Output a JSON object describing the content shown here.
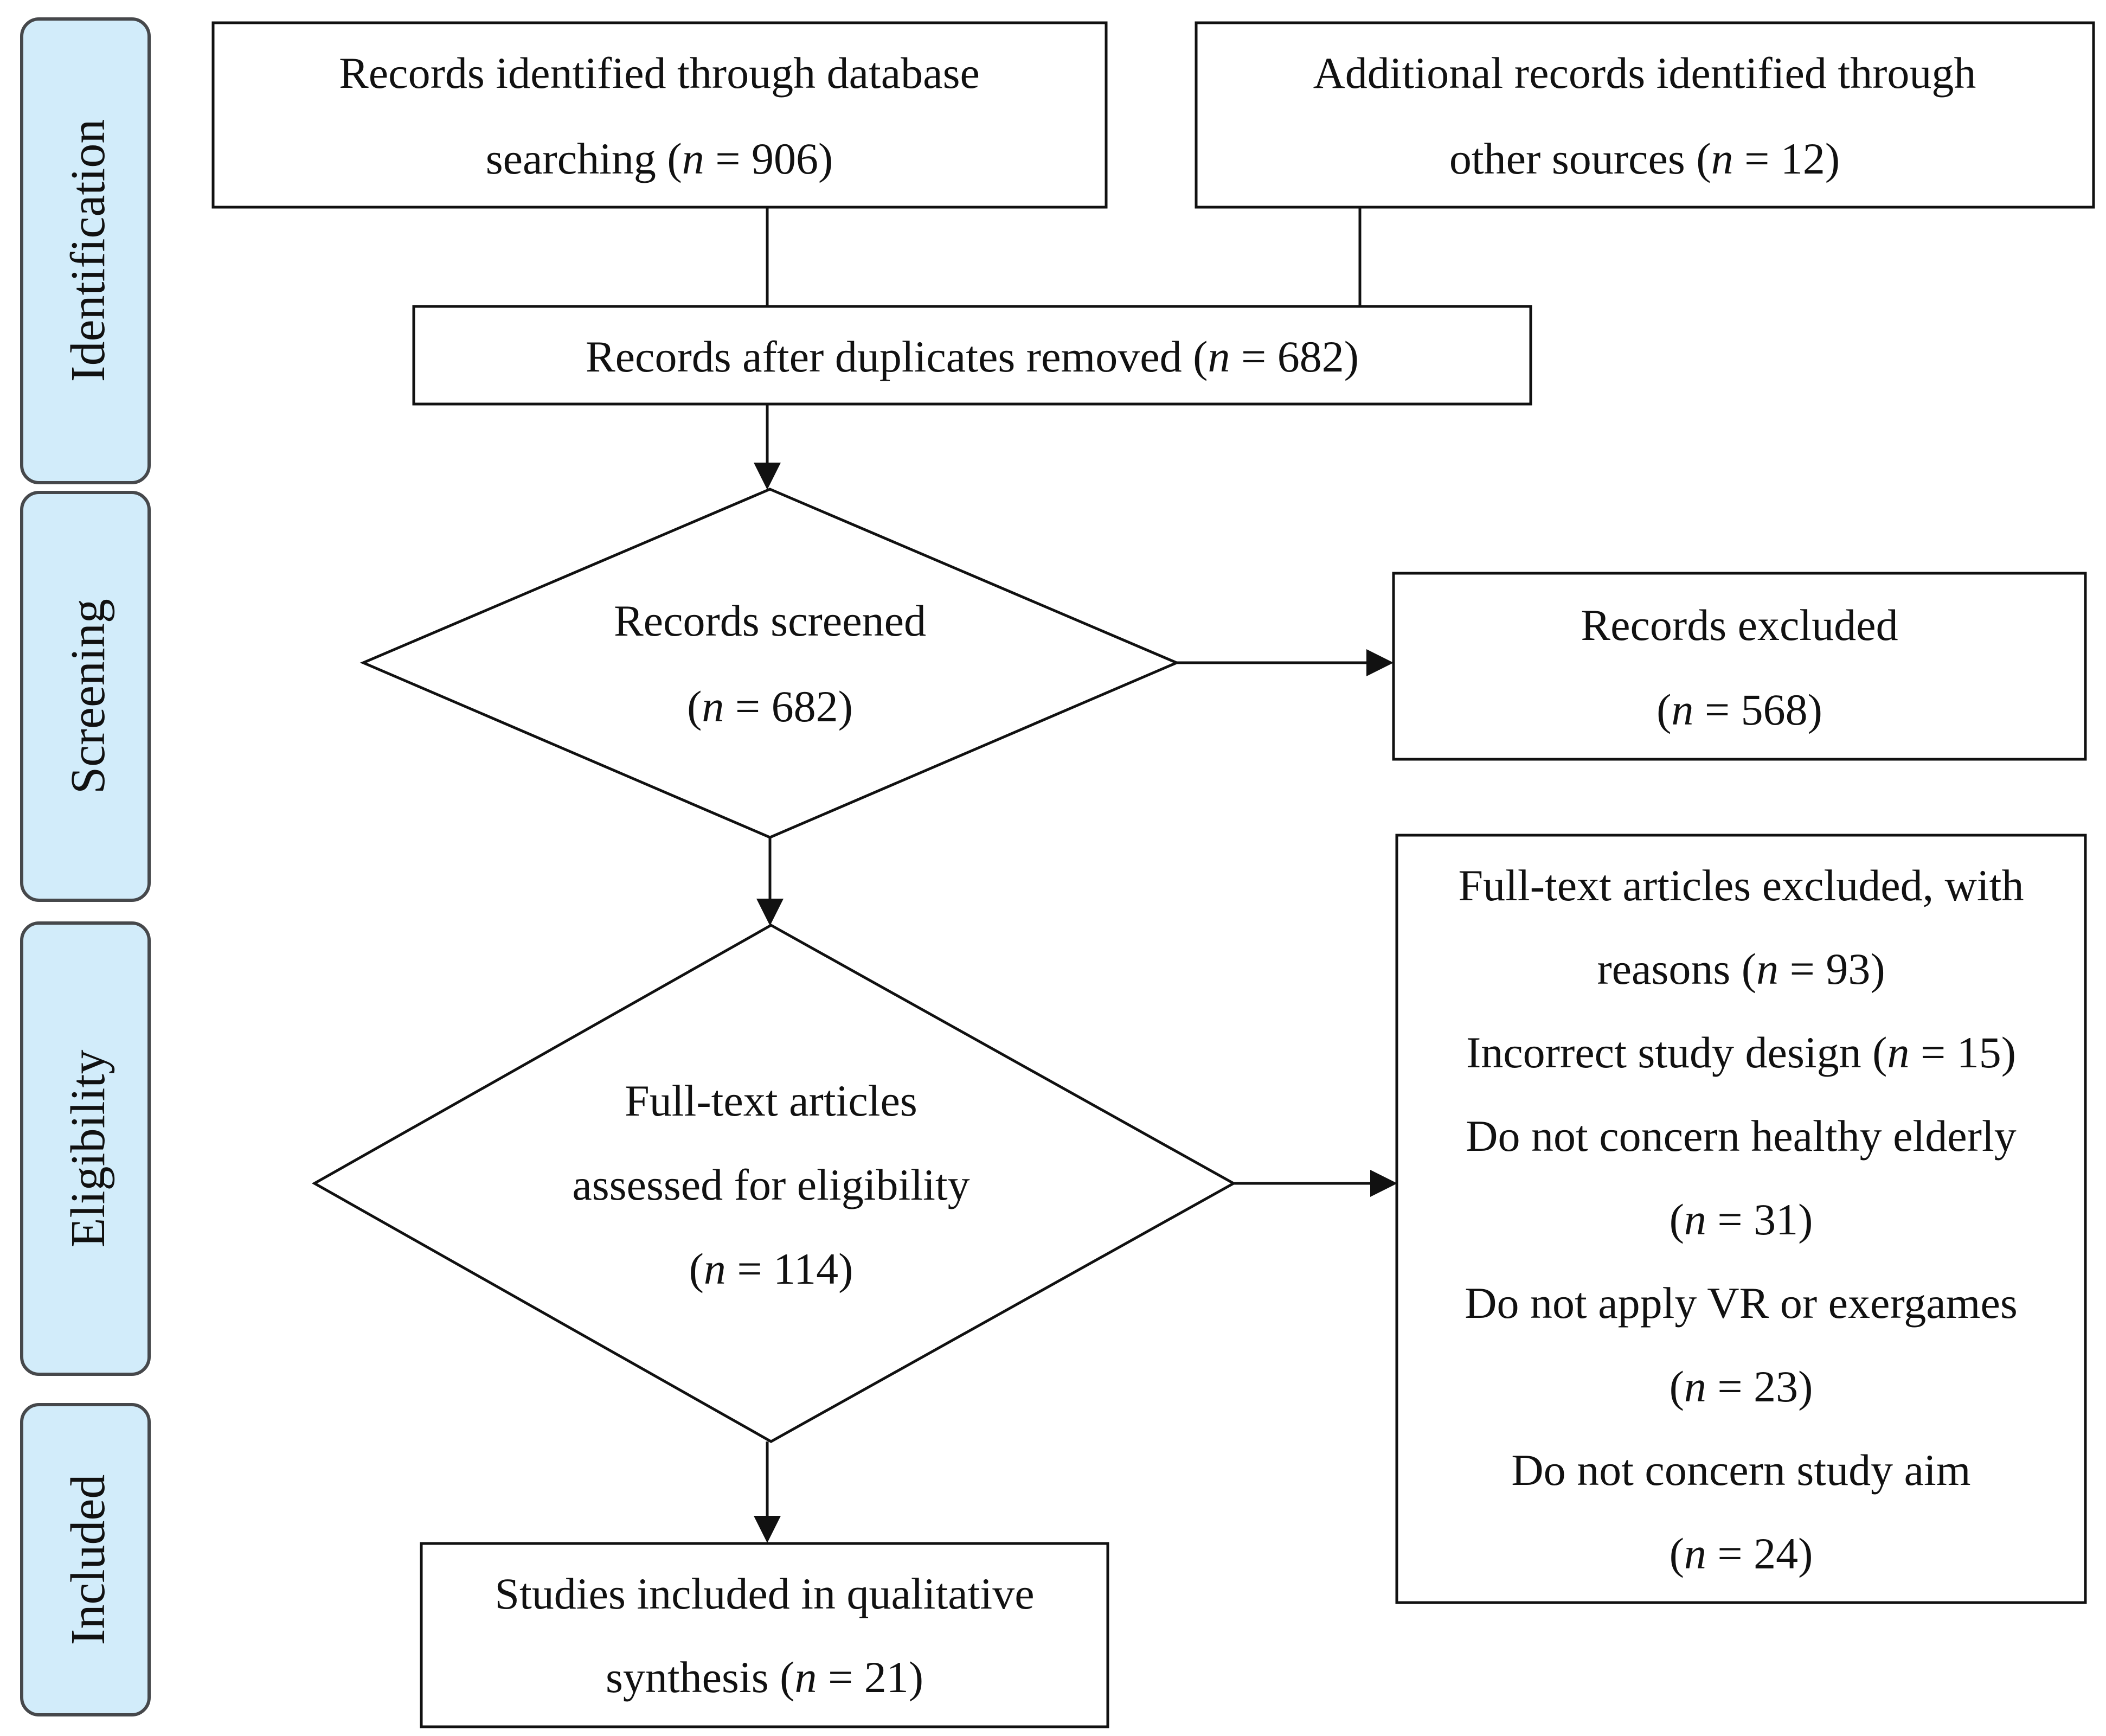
{
  "phases": {
    "identification": "Identification",
    "screening": "Screening",
    "eligibility": "Eligibility",
    "included": "Included"
  },
  "nodes": {
    "db_search": {
      "line1": "Records identified through database",
      "line2_pre": "searching (",
      "n_symbol": "n",
      "line2_post": " = 906)"
    },
    "other_sources": {
      "line1": "Additional records identified through",
      "line2_pre": "other sources (",
      "n_symbol": "n",
      "line2_post": " = 12)"
    },
    "dedup": {
      "line1_pre": "Records after duplicates removed (",
      "n_symbol": "n",
      "line1_post": " = 682)"
    },
    "screened": {
      "line1": "Records screened",
      "line2_pre": "(",
      "n_symbol": "n",
      "line2_post": " = 682)"
    },
    "excluded": {
      "line1": "Records excluded",
      "line2_pre": "(",
      "n_symbol": "n",
      "line2_post": " = 568)"
    },
    "fulltext": {
      "line1": "Full-text articles",
      "line2": "assessed for eligibility",
      "line3_pre": "(",
      "n_symbol": "n",
      "line3_post": " = 114)"
    },
    "fulltext_excluded": {
      "line1": "Full-text articles excluded, with",
      "line2_pre": "reasons (",
      "line2_post": " = 93)",
      "line3_pre": "Incorrect study design (",
      "line3_post": " = 15)",
      "line4": "Do not concern healthy elderly",
      "line5_pre": "(",
      "line5_post": " = 31)",
      "line6": "Do not apply VR or exergames",
      "line7_pre": "(",
      "line7_post": " = 23)",
      "line8": "Do not concern study aim",
      "line9_pre": "(",
      "line9_post": " = 24)",
      "n_symbol": "n"
    },
    "included_studies": {
      "line1": "Studies included in qualitative",
      "line2_pre": "synthesis (",
      "n_symbol": "n",
      "line2_post": " = 21)"
    }
  },
  "colors": {
    "phase_fill": "#d2ecfa",
    "phase_stroke": "#46484b",
    "line": "#111111"
  }
}
